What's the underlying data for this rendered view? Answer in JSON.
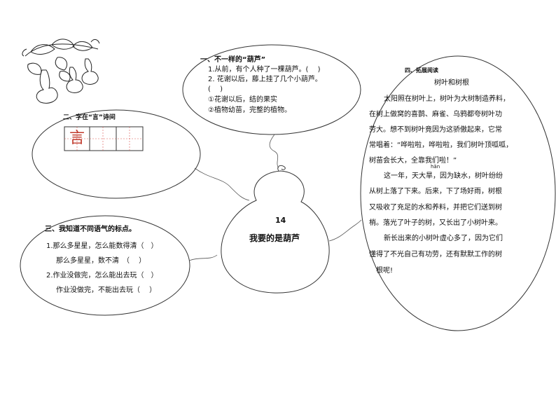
{
  "center": {
    "number": "14",
    "title": "我要的是葫芦"
  },
  "section1": {
    "heading": "一、不一样的“葫芦”",
    "lines": [
      "1.从前，有个人种了一棵葫芦。(　 )",
      "2. 花谢以后，藤上挂了几个小葫芦。",
      "(　 )",
      "①花谢以后，结的果实",
      "②植物幼苗，完整的植物。"
    ]
  },
  "section2": {
    "heading": "二、字在“言”诗间",
    "char": "言"
  },
  "section3": {
    "heading": "三、我知道不同语气的标点。",
    "lines": [
      "1.那么多星星，怎么能数得清（　）",
      "那么多星星，数不清　（　 ）",
      "2.作业没做完，怎么能出去玩（　）",
      "作业没做完，不能出去玩（　 ）"
    ]
  },
  "section4": {
    "heading": "四、拓展阅读",
    "story_title": "树叶和树根",
    "pinyin": "hǎn",
    "lines": [
      "太阳照在树叶上，树叶为大树制造养料，",
      "在树上做窝的喜鹊、麻雀、乌鸦都夸树叶功",
      "劳大。想不到树叶竟因为这骄傲起来，它常",
      "常唱着：“哗啦啦，哗啦啦，我们树叶顶呱呱，",
      "树苗会长大，全靠我们啦！”",
      "这一年，天大旱，因为缺水，树叶纷纷",
      "从树上落了下来。后来，下了场好雨，树根",
      "又吸收了充足的水和养料，并把它们送到树",
      "梢。落光了叶子的树，又长出了小树叶来。",
      "新长出来的小树叶虚心多了，因为它们",
      "懂得了不光自己有功劳，还有默默工作的树",
      "根呢!"
    ]
  },
  "colors": {
    "stroke": "#333333",
    "grid_red": "#d9534f",
    "char_red": "#c0392b"
  },
  "icons": {
    "illustration": "gourd-vine-illustration"
  }
}
